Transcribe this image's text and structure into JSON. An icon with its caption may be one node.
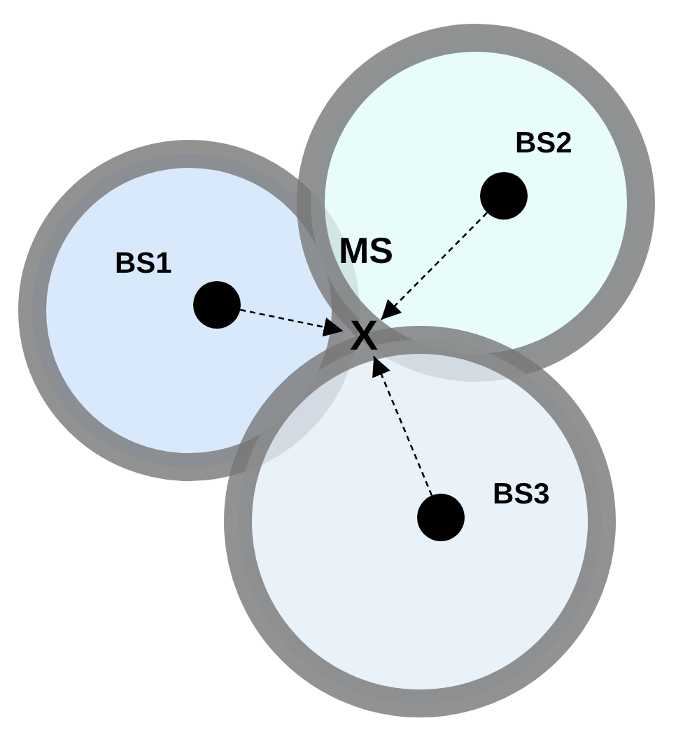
{
  "diagram": {
    "nodes": [
      {
        "text": [
          "BS1"
        ]
      },
      {
        "text": [
          "BS2"
        ]
      },
      {
        "text": [
          "BS3"
        ]
      },
      {
        "text": [
          "X"
        ],
        "beside": [
          "MS"
        ]
      }
    ],
    "edges": [
      {
        "from": 0,
        "to": 3,
        "arrow": "to",
        "style": "dashed"
      },
      {
        "from": 1,
        "to": 3,
        "arrow": "to",
        "style": "dashed"
      },
      {
        "from": 2,
        "to": 3,
        "arrow": "to",
        "style": "dashed"
      }
    ]
  }
}
